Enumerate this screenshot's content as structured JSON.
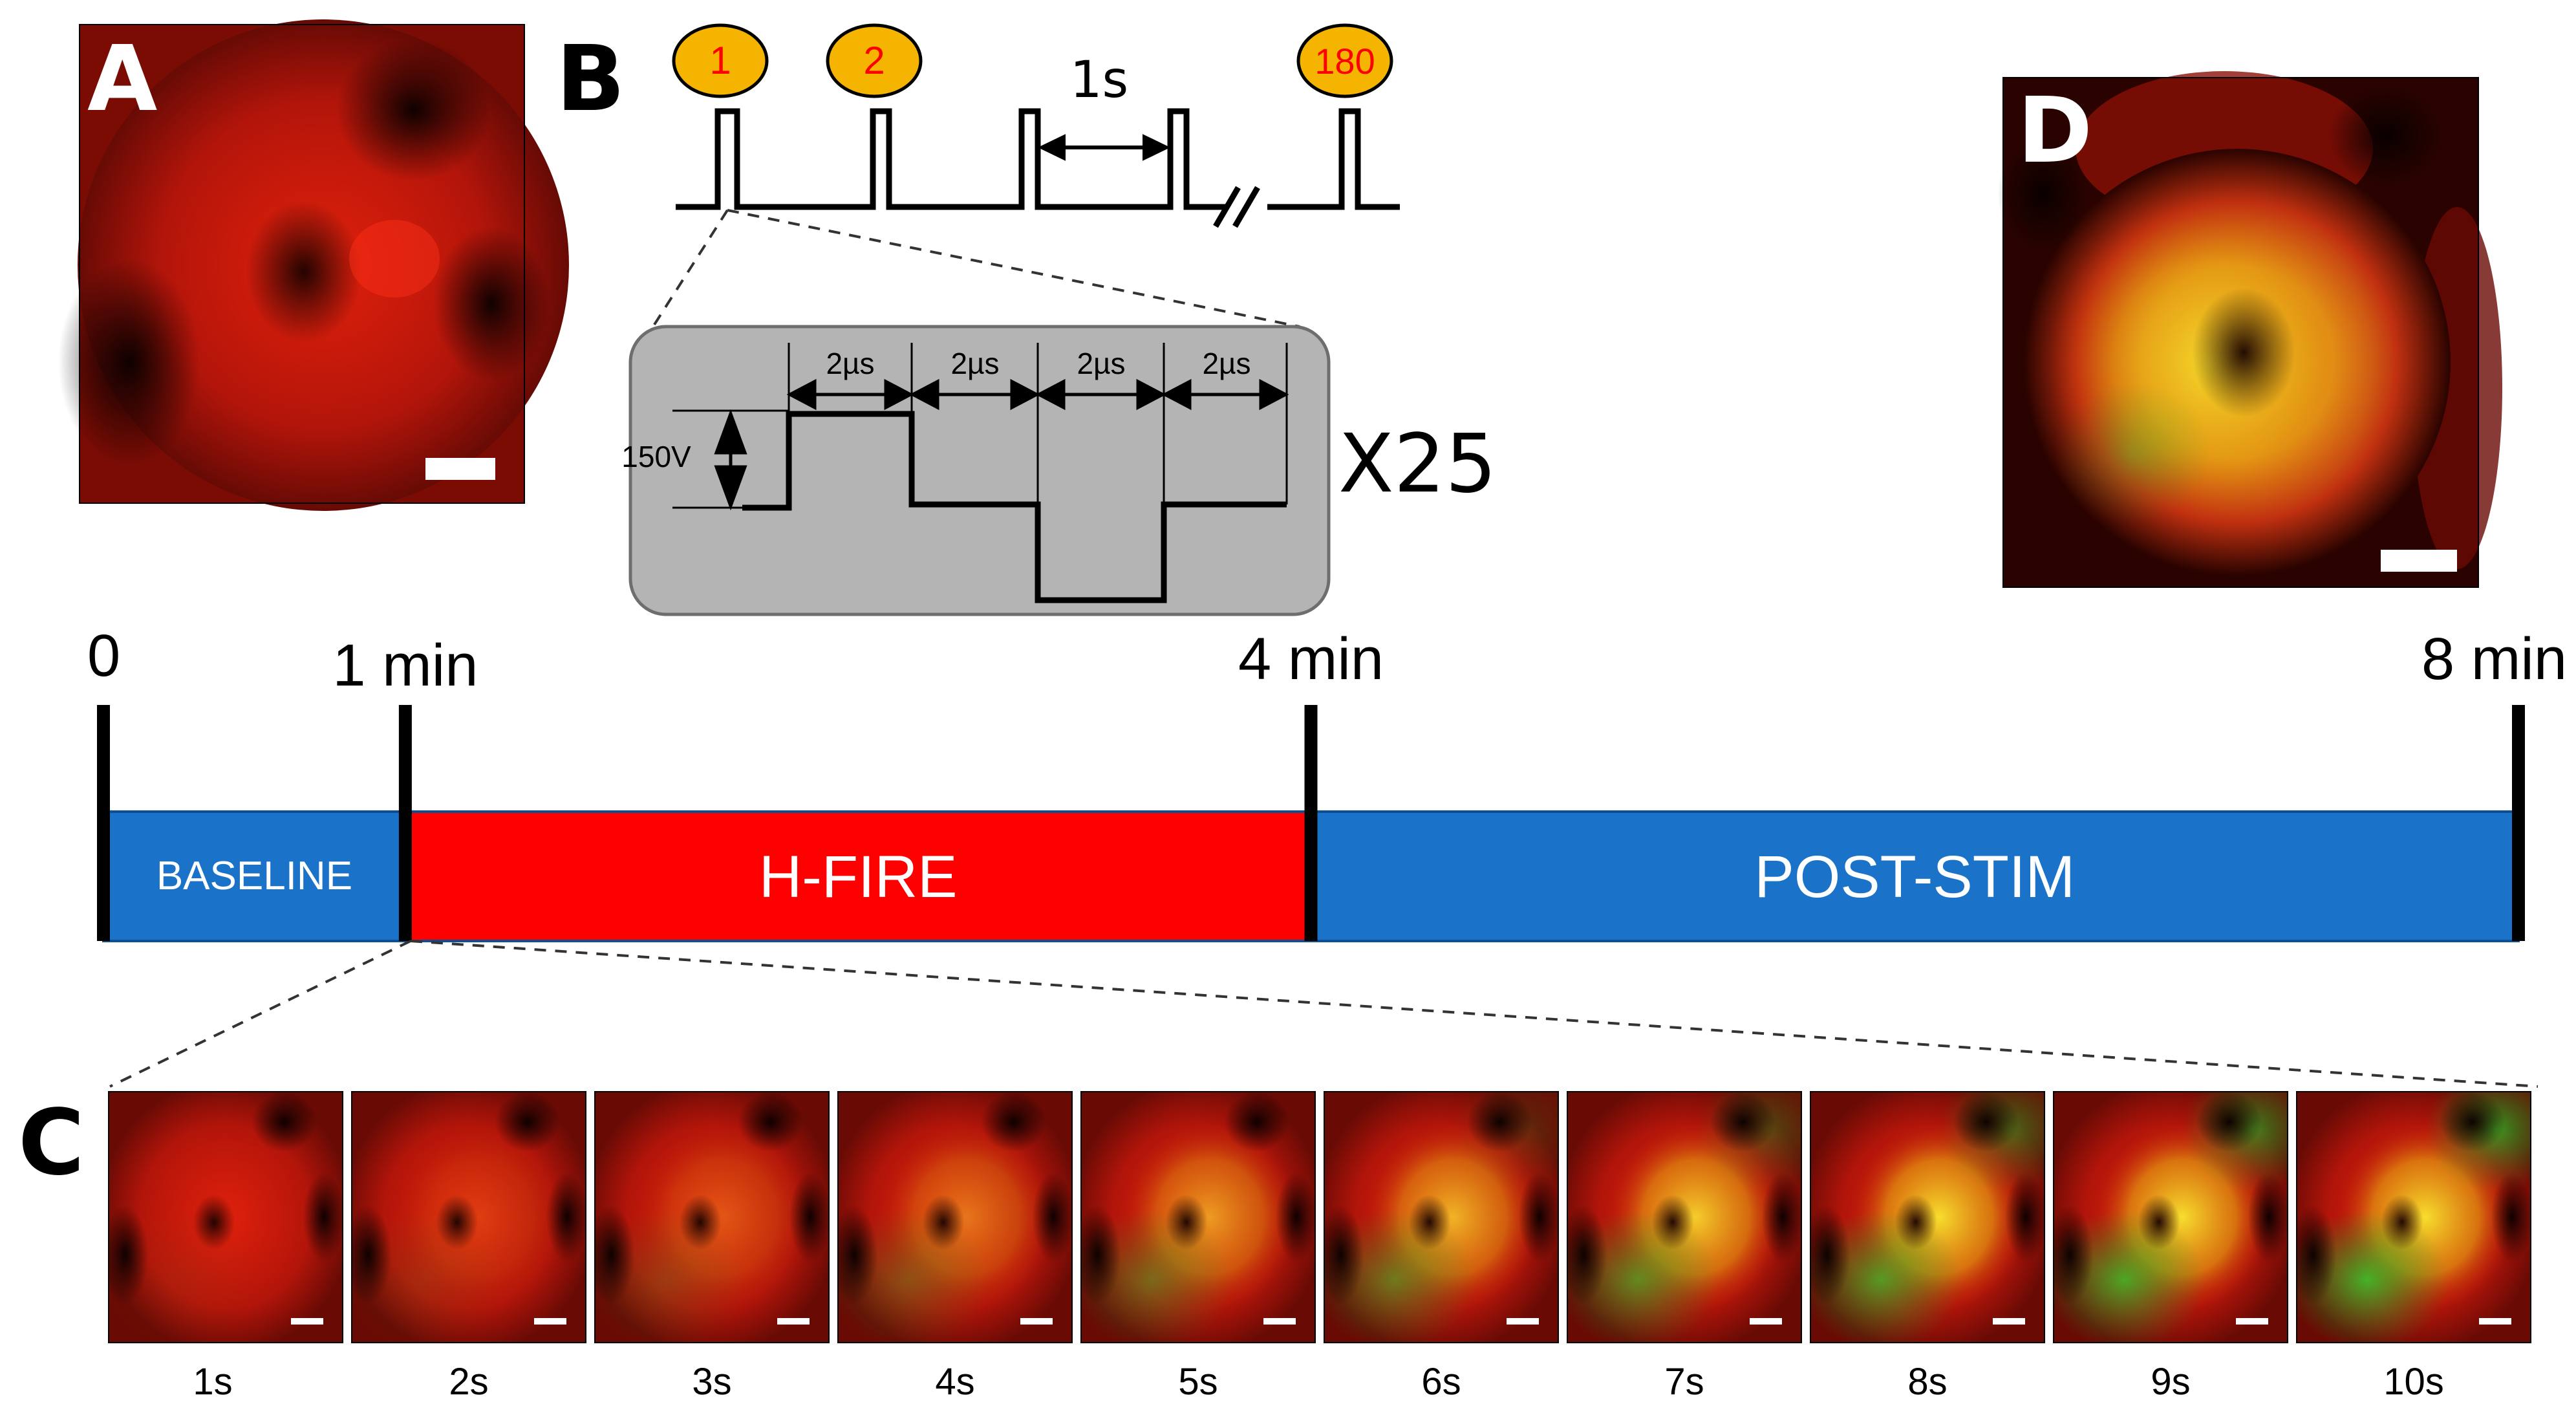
{
  "panels": {
    "a": "A",
    "b": "B",
    "c": "C",
    "d": "D"
  },
  "pulse_train": {
    "markers": [
      "1",
      "2",
      "180"
    ],
    "interval_label": "1s",
    "burst": {
      "amplitude_label": "150V",
      "segment_labels": [
        "2µs",
        "2µs",
        "2µs",
        "2µs"
      ],
      "repeat_label": "X25"
    }
  },
  "timeline": {
    "ticks": [
      {
        "label": "0",
        "minutes": 0
      },
      {
        "label": "1 min",
        "minutes": 1
      },
      {
        "label": "4 min",
        "minutes": 4
      },
      {
        "label": "8 min",
        "minutes": 8
      }
    ],
    "phases": [
      {
        "label": "BASELINE",
        "start_min": 0,
        "end_min": 1,
        "color": "#1a73c8"
      },
      {
        "label": "H-FIRE",
        "start_min": 1,
        "end_min": 4,
        "color": "#ff0000"
      },
      {
        "label": "POST-STIM",
        "start_min": 4,
        "end_min": 8,
        "color": "#1a73c8"
      }
    ]
  },
  "frames": {
    "labels": [
      "1s",
      "2s",
      "3s",
      "4s",
      "5s",
      "6s",
      "7s",
      "8s",
      "9s",
      "10s"
    ],
    "green_level": [
      0.05,
      0.12,
      0.22,
      0.35,
      0.5,
      0.6,
      0.7,
      0.8,
      0.88,
      0.95
    ]
  },
  "colors": {
    "stain_red": "#d01808",
    "stain_green": "#10d020",
    "stain_yellow": "#f0e020",
    "marker_fill": "#f4b400",
    "marker_text": "#ff0000",
    "burst_box": "#b4b4b4"
  }
}
